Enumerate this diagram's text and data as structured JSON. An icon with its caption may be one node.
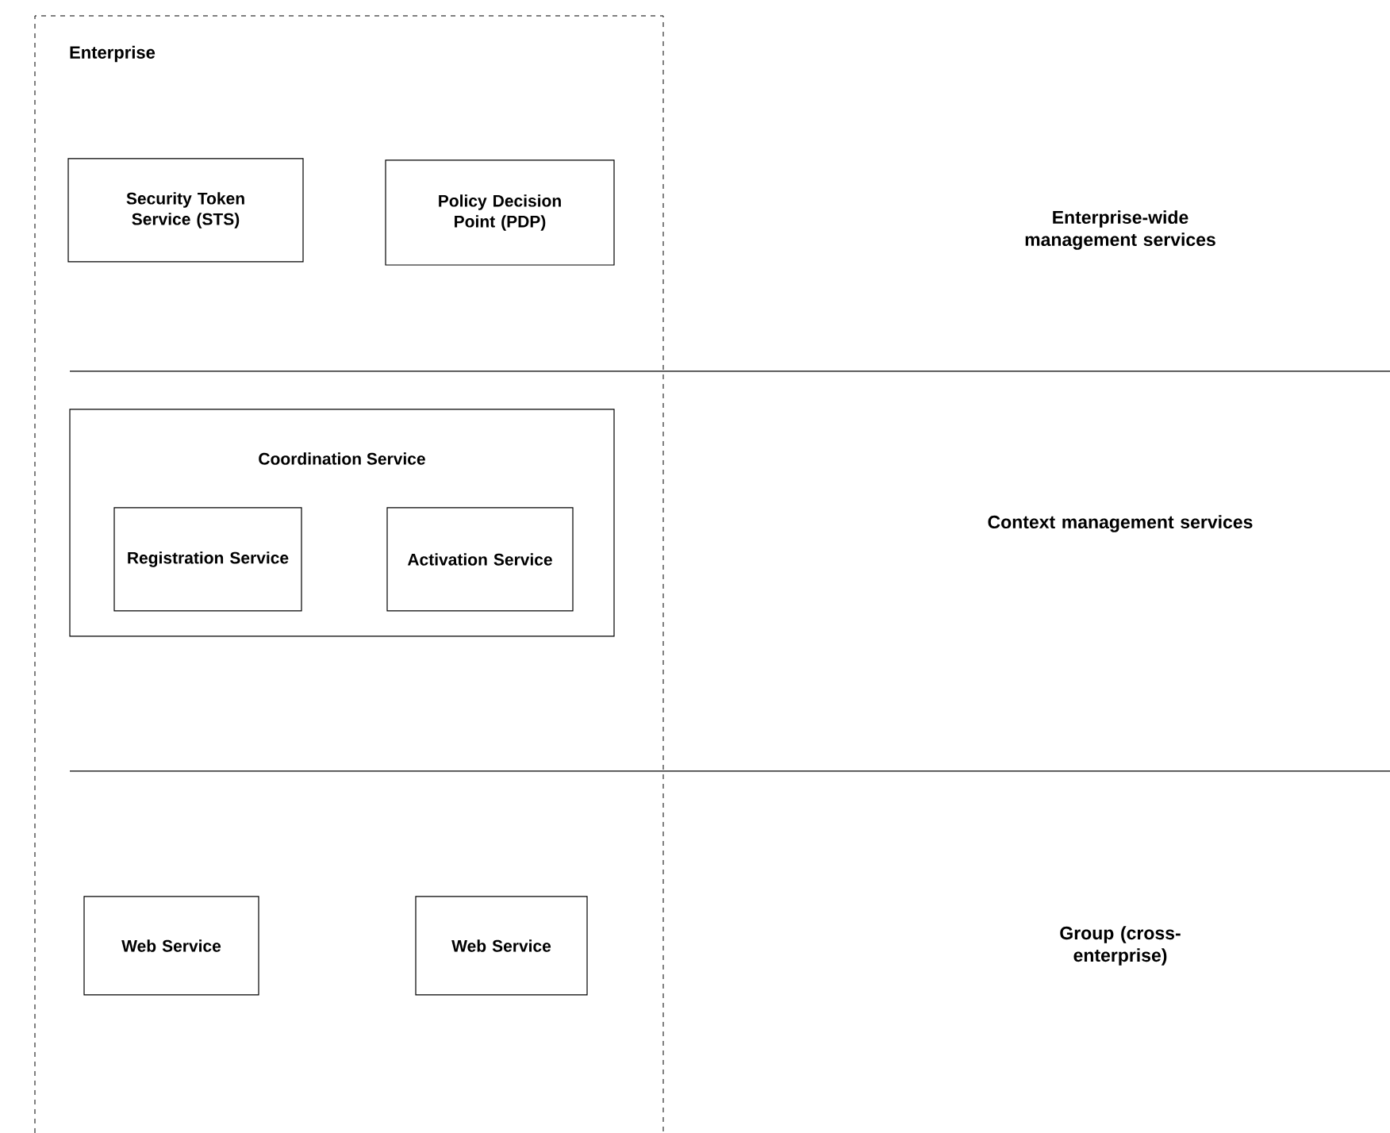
{
  "diagram": {
    "nodes": [
      {
        "text": [
          "Enterprise"
        ]
      },
      {
        "text": [
          "Security Token Service (STS)"
        ],
        "in": 0
      },
      {
        "text": [
          "Policy Decision Point (PDP)"
        ],
        "in": 0
      },
      {
        "text": [
          "Coordination Service"
        ],
        "in": 0
      },
      {
        "text": [
          "Registration Service"
        ],
        "in": 3
      },
      {
        "text": [
          "Activation Service"
        ],
        "in": 3
      },
      {
        "text": [
          "Web Service"
        ],
        "in": 0
      },
      {
        "text": [
          "Web Service"
        ],
        "in": 0
      }
    ],
    "labels": [
      "Enterprise-wide management services",
      "Context management services",
      "Group (cross-enterprise)"
    ]
  }
}
